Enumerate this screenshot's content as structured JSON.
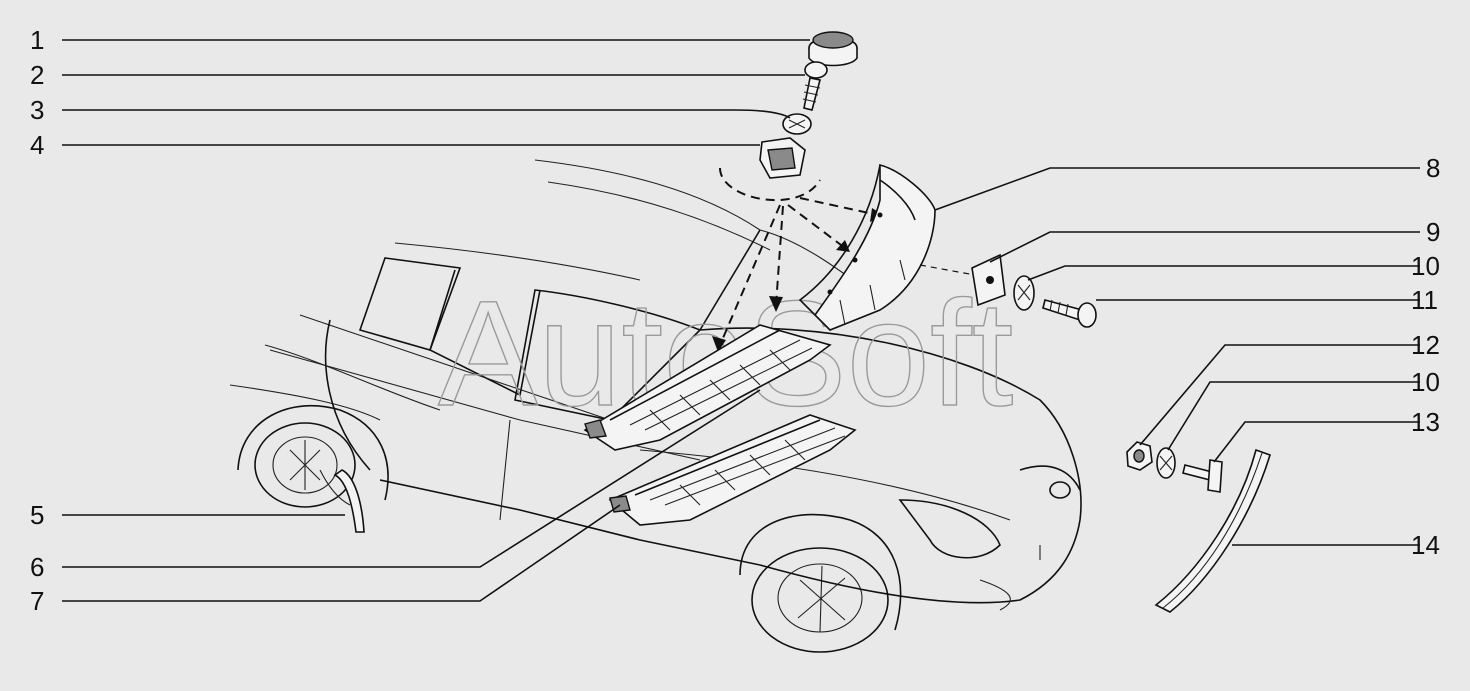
{
  "watermark": "AutoSoft",
  "callouts": [
    {
      "id": "c1",
      "label": "1"
    },
    {
      "id": "c2",
      "label": "2"
    },
    {
      "id": "c3",
      "label": "3"
    },
    {
      "id": "c4",
      "label": "4"
    },
    {
      "id": "c5",
      "label": "5"
    },
    {
      "id": "c6",
      "label": "6"
    },
    {
      "id": "c7",
      "label": "7"
    },
    {
      "id": "c8",
      "label": "8"
    },
    {
      "id": "c9",
      "label": "9"
    },
    {
      "id": "c10a",
      "label": "10"
    },
    {
      "id": "c11",
      "label": "11"
    },
    {
      "id": "c12",
      "label": "12"
    },
    {
      "id": "c10b",
      "label": "10"
    },
    {
      "id": "c13",
      "label": "13"
    },
    {
      "id": "c14",
      "label": "14"
    }
  ],
  "colors": {
    "background": "#e9e9e9",
    "line": "#111111",
    "watermark": "#9a9a9a"
  }
}
